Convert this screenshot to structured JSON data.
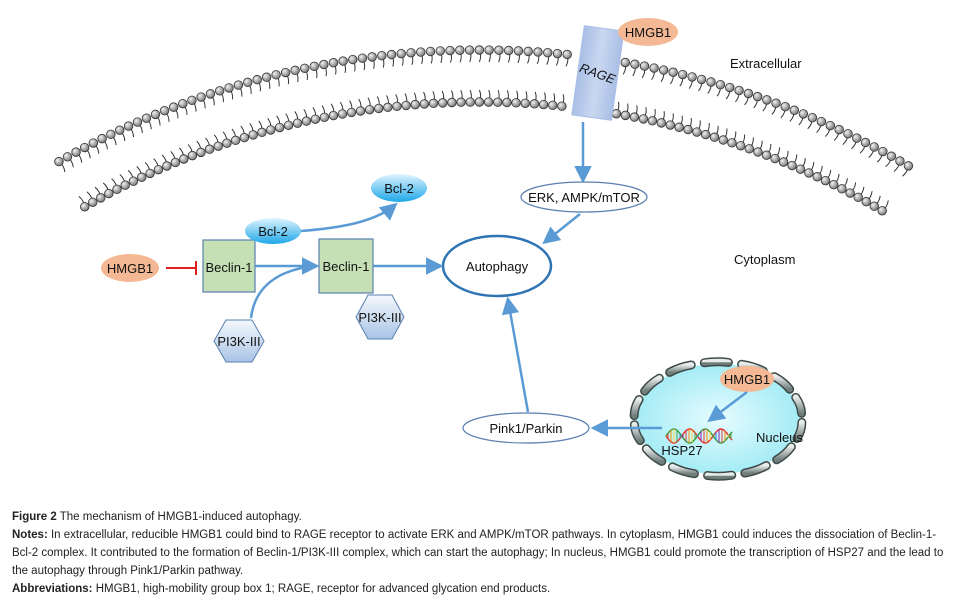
{
  "regions": {
    "extracellular": "Extracellular",
    "cytoplasm": "Cytoplasm",
    "nucleus": "Nucleus"
  },
  "nodes": {
    "hmgb1_extracellular": "HMGB1",
    "rage": "RAGE",
    "erk_ampk": "ERK, AMPK/mTOR",
    "autophagy": "Autophagy",
    "hmgb1_cytoplasm": "HMGB1",
    "beclin1_free": "Beclin-1",
    "beclin1_complex": "Beclin-1",
    "bcl2_bound": "Bcl-2",
    "bcl2_released": "Bcl-2",
    "pi3k_free": "PI3K-III",
    "pi3k_complex": "PI3K-III",
    "pink1_parkin": "Pink1/Parkin",
    "hmgb1_nucleus": "HMGB1",
    "hsp27": "HSP27"
  },
  "colors": {
    "arrow": "#5b9bd5",
    "inhibit": "#e02020",
    "hmgb1_fill": "#f4b994",
    "beclin_fill": "#c5e0b4",
    "nucleus_fill": "#bff3f8",
    "rage_fill": "#b4c7e7"
  },
  "caption": {
    "figure_label": "Figure 2",
    "figure_title": "The mechanism of HMGB1-induced autophagy.",
    "notes_label": "Notes:",
    "notes_text": "In extracellular, reducible HMGB1 could bind to RAGE receptor to activate ERK and AMPK/mTOR pathways. In cytoplasm, HMGB1 could induces the dissociation of Beclin-1-Bcl-2 complex. It contributed to the formation of Beclin-1/PI3K-III complex, which can start the autophagy; In nucleus, HMGB1 could promote the transcription of HSP27 and the lead to the autophagy through Pink1/Parkin pathway.",
    "abbreviations_label": "Abbreviations:",
    "abbreviations_text": "HMGB1, high-mobility group box 1; RAGE, receptor for advanced glycation end products."
  }
}
